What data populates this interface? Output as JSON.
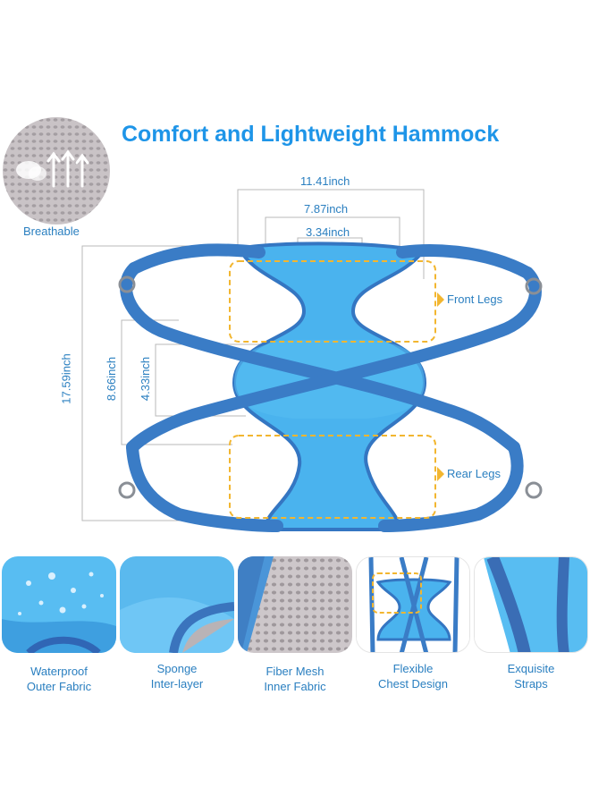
{
  "title": "Comfort and Lightweight Hammock",
  "badge": {
    "label": "Breathable"
  },
  "dimensions": {
    "width_outer": "11.41inch",
    "width_middle": "7.87inch",
    "width_inner": "3.34inch",
    "height_total": "17.59inch",
    "height_middle": "8.66inch",
    "height_inner": "4.33inch"
  },
  "callouts": {
    "front": "Front Legs",
    "rear": "Rear Legs"
  },
  "features": [
    {
      "line1": "Waterproof",
      "line2": "Outer Fabric"
    },
    {
      "line1": "Sponge",
      "line2": "Inter-layer"
    },
    {
      "line1": "Fiber Mesh",
      "line2": "Inner Fabric"
    },
    {
      "line1": "Flexible",
      "line2": "Chest Design"
    },
    {
      "line1": "Exquisite",
      "line2": "Straps"
    }
  ],
  "colors": {
    "accent": "#1e95e8",
    "hammock": "#4ab3ee",
    "strap": "#3a7cc6",
    "callout": "#f2b630"
  }
}
